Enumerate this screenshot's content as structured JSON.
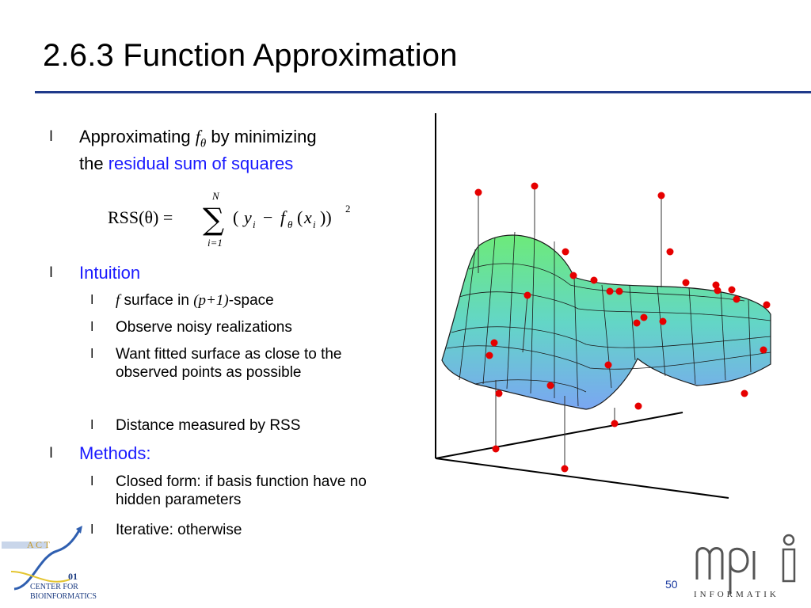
{
  "slide": {
    "title": "2.6.3 Function Approximation",
    "page_number": "50"
  },
  "bullets": {
    "b1_text_before": "Approximating ",
    "b1_math_f": "f",
    "b1_math_theta": "θ",
    "b1_text_after": " by minimizing",
    "b1_line2_prefix": "the ",
    "b1_line2_link": "residual sum of squares",
    "intuition": "Intuition",
    "intuition_sub1_f": "f",
    "intuition_sub1_text": " surface in ",
    "intuition_sub1_math": "(p+1)",
    "intuition_sub1_tail": "-space",
    "intuition_sub2": "Observe noisy realizations",
    "intuition_sub3": "Want fitted surface as close to the observed points as possible",
    "intuition_sub4": "Distance measured by RSS",
    "methods": "Methods:",
    "methods_sub1": "Closed form: if basis function have no hidden parameters",
    "methods_sub2": "Iterative: otherwise"
  },
  "formula": {
    "lhs": "RSS(θ) =",
    "sum_upper": "N",
    "sum_lower": "i=1",
    "body_open": "(",
    "y": "y",
    "y_sub": "i",
    "minus": "−",
    "f": "f",
    "f_sub": "θ",
    "x_open": "(",
    "x": "x",
    "x_sub": "i",
    "close": "))",
    "exp": "2"
  },
  "logos": {
    "left_line1": "CENTER FOR",
    "left_line2": "BIOINFORMATICS",
    "right_letters": "mpi",
    "right_word": "INFORMATIK"
  },
  "colors": {
    "rule": "#1f3a8a",
    "link_blue": "#1a1aff",
    "point_red": "#e60000"
  }
}
